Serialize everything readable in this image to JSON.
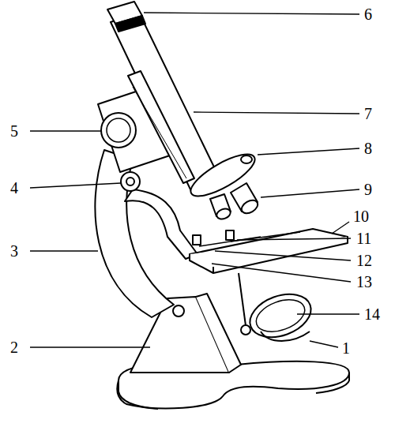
{
  "diagram": {
    "labels": [
      "6",
      "5",
      "7",
      "8",
      "4",
      "9",
      "10",
      "11",
      "3",
      "12",
      "13",
      "14",
      "1",
      "2"
    ]
  }
}
